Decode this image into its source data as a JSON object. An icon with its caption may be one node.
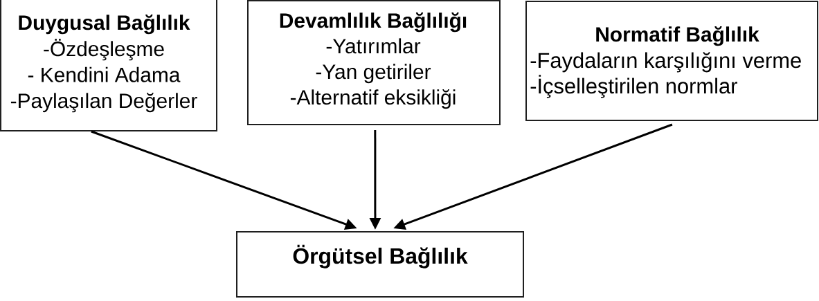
{
  "diagram": {
    "nodes": [
      {
        "text": [
          "Duygusal Bağlılık",
          "-Özdeşleşme",
          "- Kendini Adama",
          "-Paylaşılan Değerler"
        ]
      },
      {
        "text": [
          "Devamlılık Bağlılığı",
          "-Yatırımlar",
          "-Yan getiriler",
          "-Alternatif eksikliği"
        ]
      },
      {
        "text": [
          "Normatif Bağlılık",
          "-Faydaların karşılığını verme",
          "-İçselleştirilen normlar"
        ]
      },
      {
        "text": [
          "Örgütsel Bağlılık"
        ]
      }
    ],
    "edges": [
      {
        "from": 0,
        "to": 3,
        "arrow": "to"
      },
      {
        "from": 1,
        "to": 3,
        "arrow": "to"
      },
      {
        "from": 2,
        "to": 3,
        "arrow": "to"
      }
    ]
  }
}
